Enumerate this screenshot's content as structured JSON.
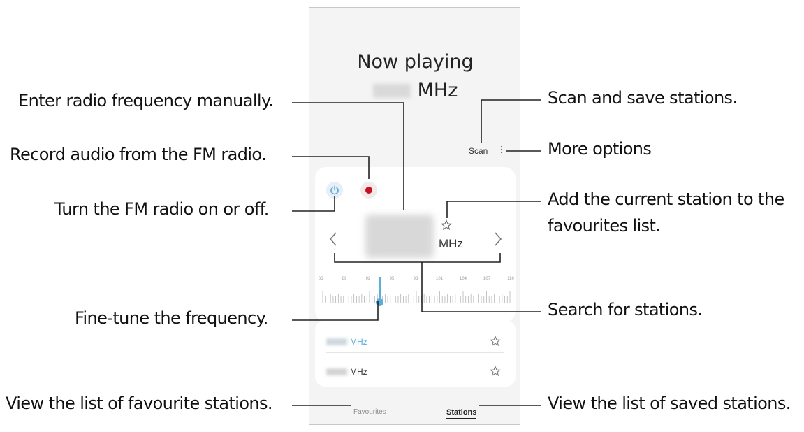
{
  "screen": {
    "now_playing_label": "Now playing",
    "now_playing_unit": "MHz",
    "scan_label": "Scan",
    "more_icon": "more-options-icon",
    "frequency_unit": "MHz",
    "scale_ticks": [
      "86",
      "89",
      "92",
      "95",
      "98",
      "101",
      "104",
      "107",
      "110"
    ],
    "stations": [
      {
        "unit": "MHz",
        "active": true
      },
      {
        "unit": "MHz",
        "active": false
      }
    ],
    "tabs": {
      "favourites": "Favourites",
      "stations": "Stations"
    },
    "colors": {
      "accent": "#5aaedb",
      "record": "#c8101e"
    }
  },
  "callouts": {
    "enter_frequency": "Enter radio frequency manually.",
    "record_audio": "Record audio from the FM radio.",
    "turn_on_off": "Turn the FM radio on or off.",
    "fine_tune": "Fine-tune the frequency.",
    "view_favourites": "View the list of favourite stations.",
    "scan_save": "Scan and save stations.",
    "more_options": "More options",
    "add_favourite_line1": "Add the current station to the",
    "add_favourite_line2": "favourites list.",
    "search_stations": "Search for stations.",
    "view_saved": "View the list of saved stations."
  }
}
